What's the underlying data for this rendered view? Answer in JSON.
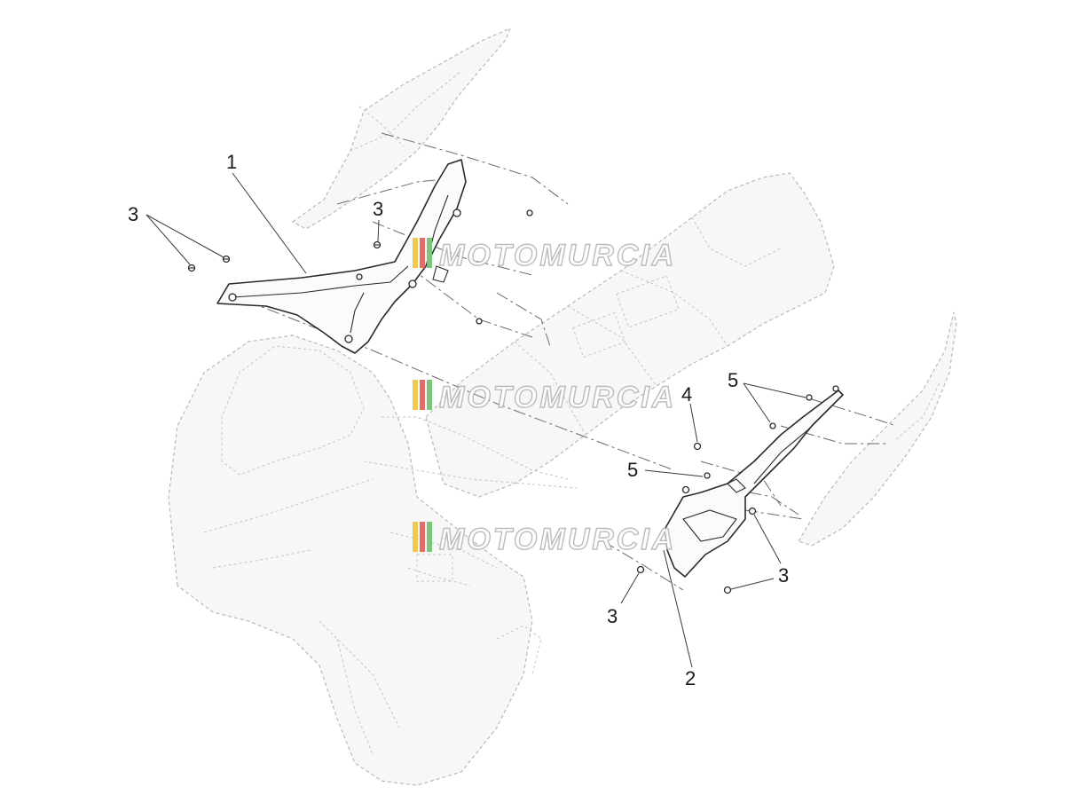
{
  "diagram": {
    "callouts": [
      {
        "id": "c1",
        "label": "1"
      },
      {
        "id": "c2",
        "label": "2"
      },
      {
        "id": "c3a",
        "label": "3"
      },
      {
        "id": "c3b",
        "label": "3"
      },
      {
        "id": "c3c",
        "label": "3"
      },
      {
        "id": "c3d",
        "label": "3"
      },
      {
        "id": "c4",
        "label": "4"
      },
      {
        "id": "c5a",
        "label": "5"
      },
      {
        "id": "c5b",
        "label": "5"
      }
    ]
  },
  "watermark": {
    "text": "MOTOMURCIA",
    "stripe_colors": [
      "#f2c94c",
      "#e46b6b",
      "#7bc67b"
    ]
  },
  "colors": {
    "line": "#2a2a2a",
    "ghost": "#b9b9b9"
  }
}
